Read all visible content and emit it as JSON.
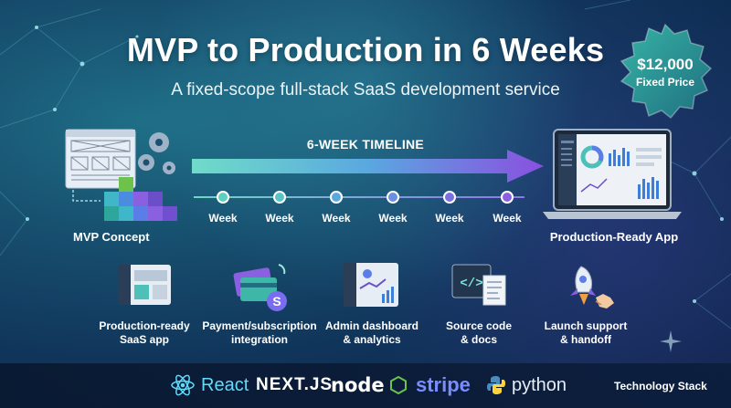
{
  "header": {
    "title": "MVP to Production in 6 Weeks",
    "subtitle": "A fixed-scope full-stack SaaS development service"
  },
  "price": {
    "amount": "$12,000",
    "label": "Fixed Price"
  },
  "mvp": {
    "label": "MVP Concept"
  },
  "production": {
    "label": "Production-Ready App"
  },
  "timeline": {
    "title": "6-WEEK TIMELINE",
    "weeks": [
      "Week",
      "Week",
      "Week",
      "Week",
      "Week",
      "Week"
    ]
  },
  "features": [
    {
      "line1": "Production-ready",
      "line2": "SaaS app",
      "icon": "dashboard-window-icon"
    },
    {
      "line1": "Payment/subscription",
      "line2": "integration",
      "icon": "payment-cards-icon"
    },
    {
      "line1": "Admin dashboard",
      "line2": "& analytics",
      "icon": "analytics-dashboard-icon"
    },
    {
      "line1": "Source code",
      "line2": "& docs",
      "icon": "code-document-icon"
    },
    {
      "line1": "Launch support",
      "line2": "& handoff",
      "icon": "rocket-handshake-icon"
    }
  ],
  "tech": {
    "items": [
      "React",
      "NEXT.JS",
      "node",
      "stripe",
      "python"
    ],
    "label": "Technology Stack"
  },
  "colors": {
    "accent_teal": "#5fd0c0",
    "accent_purple": "#8a5fe0",
    "badge": "#2a9a8f",
    "stripe": "#7a8cff",
    "react": "#61dafb",
    "node": "#6cc24a"
  }
}
